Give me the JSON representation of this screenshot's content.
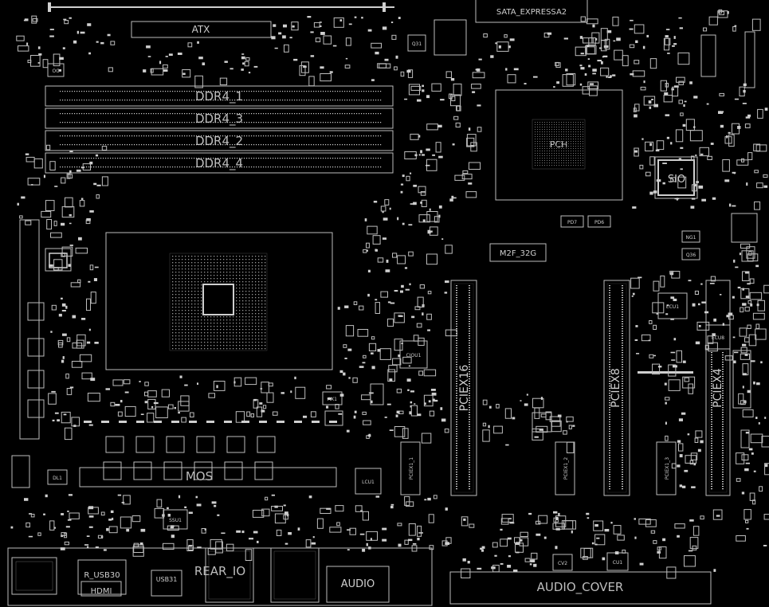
{
  "labels": {
    "sata": "SATA_EXPRESSA2",
    "atx": "ATX",
    "ddr1": "DDR4_1",
    "ddr3": "DDR4_3",
    "ddr2": "DDR4_2",
    "ddr4": "DDR4_4",
    "sio": "SIO",
    "m2f": "M2F_32G",
    "pciex16": "PCIEX16",
    "pciex8": "PCIEX8",
    "pciex4": "PCIEX4",
    "pciex1_1": "PCIEX1_1",
    "pciex1_2": "PCIEX1_2",
    "pciex1_3": "PCIEX1_3",
    "mos": "MOS",
    "rear_io": "REAR_IO",
    "r_usb30": "R_USB30",
    "hdmi": "HDMI",
    "usb31": "USB31",
    "audio": "AUDIO",
    "audio_cover": "AUDIO_COVER",
    "ciou1": "CIOU1",
    "ecu1": "ECU1",
    "ecu8": "ECU8",
    "lcu1": "LCU1",
    "ax1": "AX1",
    "dl1": "DL1",
    "pch": "PCH",
    "q31": "Q31",
    "pd7": "PD7",
    "pd6": "PD6",
    "cu1": "CU1",
    "cv2": "CV2",
    "ng1": "NG1",
    "q36": "Q36",
    "oc": "OC",
    "ssu1": "SSU1"
  }
}
